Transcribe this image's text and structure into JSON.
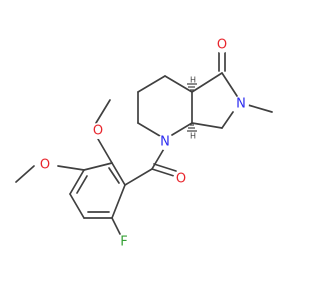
{
  "diagram": {
    "type": "chemical-structure",
    "colors": {
      "bond": "#404040",
      "carbon": "#404040",
      "nitrogen": "#2c2cf0",
      "oxygen": "#e8262d",
      "fluorine": "#35a035"
    },
    "atoms": {
      "n1": {
        "symbol": "N",
        "label": "N",
        "element": "nitrogen"
      },
      "n6": {
        "symbol": "N",
        "label": "N",
        "element": "nitrogen"
      },
      "o_ketone": {
        "symbol": "O",
        "label": "O",
        "element": "oxygen"
      },
      "o_amide": {
        "symbol": "O",
        "label": "O",
        "element": "oxygen"
      },
      "o_methoxy_top": {
        "symbol": "O",
        "label": "O",
        "element": "oxygen"
      },
      "o_methoxy_left": {
        "symbol": "O",
        "label": "O",
        "element": "oxygen"
      },
      "f": {
        "symbol": "F",
        "label": "F",
        "element": "fluorine"
      }
    },
    "stereo_labels": {
      "c4a": "H",
      "c7a": "H"
    }
  }
}
